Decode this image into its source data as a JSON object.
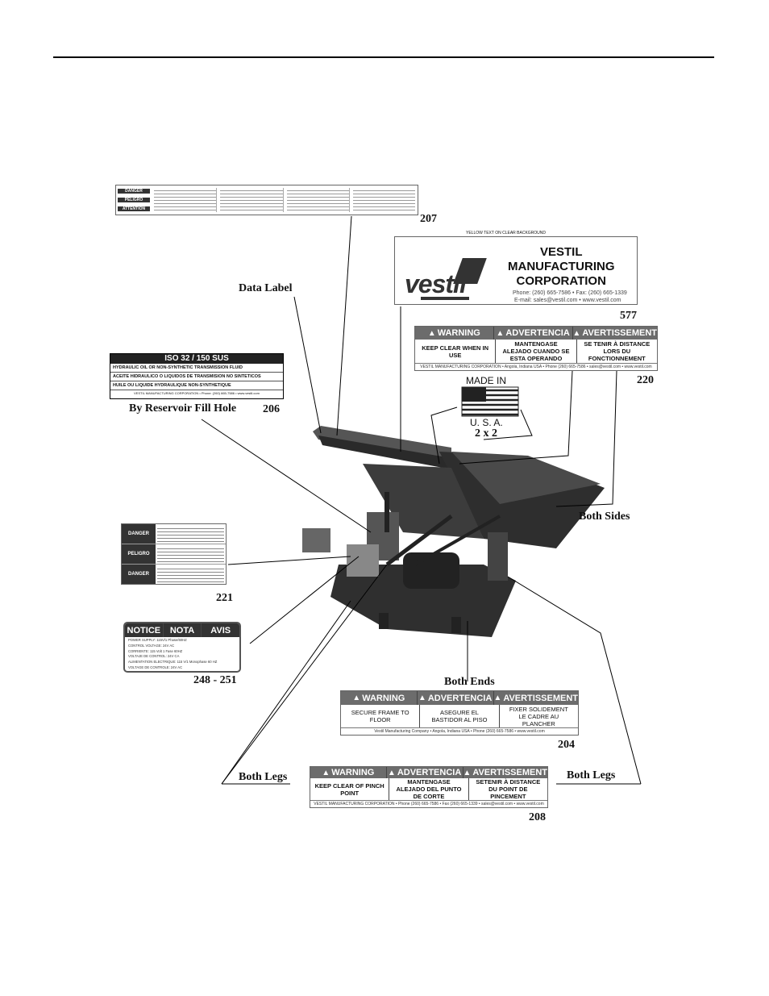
{
  "callouts": {
    "data_label": "Data Label",
    "reservoir": "By Reservoir Fill Hole",
    "both_sides": "Both Sides",
    "both_ends": "Both Ends",
    "both_legs_left": "Both Legs",
    "both_legs_right": "Both Legs",
    "made_in_size": "2 x 2"
  },
  "numbers": {
    "n207": "207",
    "n577": "577",
    "n220": "220",
    "n206": "206",
    "n221": "221",
    "n248": "248 - 251",
    "n204": "204",
    "n208": "208"
  },
  "label207": {
    "tags": [
      "DANGER",
      "PELIGRO",
      "ATTENTION"
    ]
  },
  "label577": {
    "caption": "YELLOW TEXT ON CLEAR BACKGROUND",
    "logo": "vestil",
    "line1": "VESTIL",
    "line2": "MANUFACTURING",
    "line3": "CORPORATION",
    "phone": "Phone: (260) 665-7586 • Fax: (260) 665-1339",
    "email": "E-mail: sales@vestil.com • www.vestil.com"
  },
  "label220": {
    "heads": [
      "WARNING",
      "ADVERTENCIA",
      "AVERTISSEMENT"
    ],
    "bodies": [
      "KEEP CLEAR WHEN IN USE",
      "MANTENGASE ALEJADO CUANDO SE ESTA OPERANDO",
      "SE TENIR À DISTANCE LORS DU FONCTIONNEMENT"
    ],
    "footer": "VESTIL MANUFACTURING CORPORATION • Angola, Indiana USA • Phone (260) 665-7586 • sales@vestil.com • www.vestil.com"
  },
  "label206": {
    "title": "ISO 32 / 150 SUS",
    "lines": [
      "HYDRAULIC OIL OR NON-SYNTHETIC TRANSMISSION FLUID",
      "ACEITE HIDRAULICO O LIQUIDOS DE TRANSMISION NO SINTETICOS",
      "HUILE OU LIQUIDE HYDRAULIQUE NON-SYNTHETIQUE"
    ],
    "footer": "VESTIL MANUFACTURING CORPORATION • Phone: (260) 665-7586 • www.vestil.com"
  },
  "made_in": {
    "top": "MADE IN",
    "bottom": "U. S. A."
  },
  "label221": {
    "tags": [
      "DANGER",
      "PELIGRO",
      "DANGER"
    ]
  },
  "label248": {
    "heads": [
      "NOTICE",
      "NOTA",
      "AVIS"
    ],
    "lines": [
      "POWER SUPPLY: 115V/1 Phase/60HZ",
      "CONTROL VOLTAGE: 24V AC",
      "CORRIENTE: 115 Volt 1 Fase 60HZ",
      "VOLTAJE DE CONTROL: 24V CA",
      "ALIMENTATION ELECTRIQUE: 115 V/1 Monophase 60 HZ",
      "VOLTAGE DE CONTROLE: 24V AC"
    ]
  },
  "label204": {
    "heads": [
      "WARNING",
      "ADVERTENCIA",
      "AVERTISSEMENT"
    ],
    "bodies": [
      "SECURE FRAME TO FLOOR",
      "ASEGURE EL BASTIDOR AL PISO",
      "FIXER SOLIDEMENT LE CADRE AU PLANCHER"
    ],
    "footer": "Vestil Manufacturing Company • Angola, Indiana USA • Phone (260) 665-7586 • www.vestil.com"
  },
  "label208": {
    "heads": [
      "WARNING",
      "ADVERTENCIA",
      "AVERTISSEMENT"
    ],
    "bodies": [
      "KEEP CLEAR OF PINCH POINT",
      "MANTENGASE ALEJADO DEL PUNTO DE CORTE",
      "SETENIR À DISTANCE DU POINT DE PINCEMENT"
    ],
    "footer": "VESTIL MANUFACTURING CORPORATION • Phone (260) 665-7586 • Fax (260) 665-1339 • sales@vestil.com • www.vestil.com"
  }
}
